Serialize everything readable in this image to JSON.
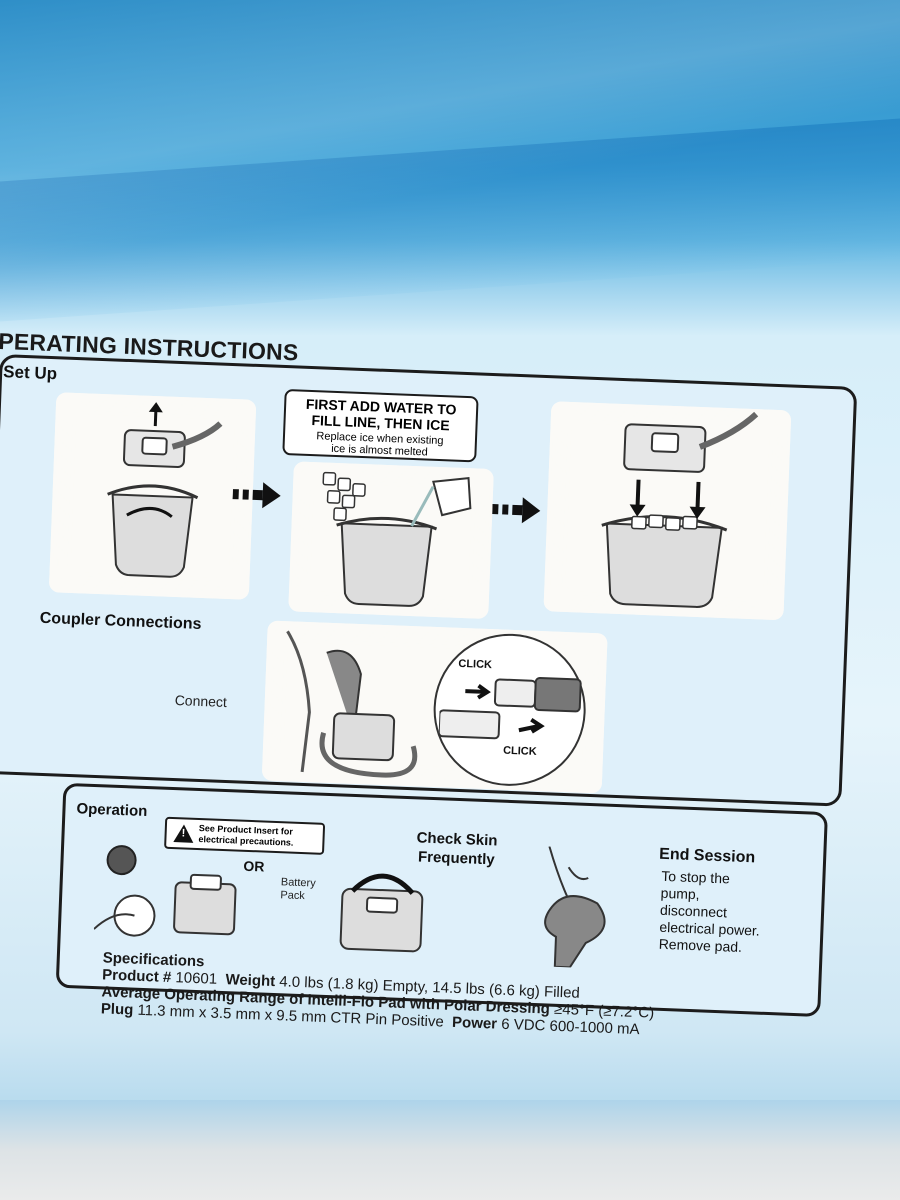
{
  "heading": "PERATING INSTRUCTIONS",
  "setup": {
    "label": "Set Up",
    "callout_title_1": "FIRST ADD WATER TO",
    "callout_title_2": "FILL LINE, THEN ICE",
    "callout_sub_1": "Replace ice when existing",
    "callout_sub_2": "ice is almost melted"
  },
  "coupler": {
    "label": "Coupler Connections",
    "connect": "Connect",
    "click_top": "CLICK",
    "click_bottom": "CLICK"
  },
  "operation": {
    "label": "Operation",
    "warning_1": "See Product Insert for",
    "warning_2": "electrical precautions.",
    "or": "OR",
    "battery_1": "Battery",
    "battery_2": "Pack",
    "check_1": "Check Skin",
    "check_2": "Frequently",
    "end_title": "End Session",
    "end_1": "To stop the",
    "end_2": "pump,",
    "end_3": "disconnect",
    "end_4": "electrical power.",
    "end_5": "Remove pad."
  },
  "specs": {
    "heading": "Specifications",
    "product_label": "Product #",
    "product_value": "10601",
    "weight_label": "Weight",
    "weight_value": "4.0 lbs (1.8 kg) Empty, 14.5 lbs (6.6 kg) Filled",
    "range_label": "Average Operating Range of Intelli-Flo Pad with Polar Dressing",
    "range_value": "≥45°F (≥7.2°C)",
    "plug_label": "Plug",
    "plug_value": "11.3 mm x 3.5 mm x 9.5 mm CTR Pin Positive",
    "power_label": "Power",
    "power_value": "6 VDC 600-1000 mA"
  },
  "colors": {
    "box_blue": "#3ea3d8",
    "panel_light_blue": "#dff0fa",
    "ink": "#1c1c1c"
  }
}
